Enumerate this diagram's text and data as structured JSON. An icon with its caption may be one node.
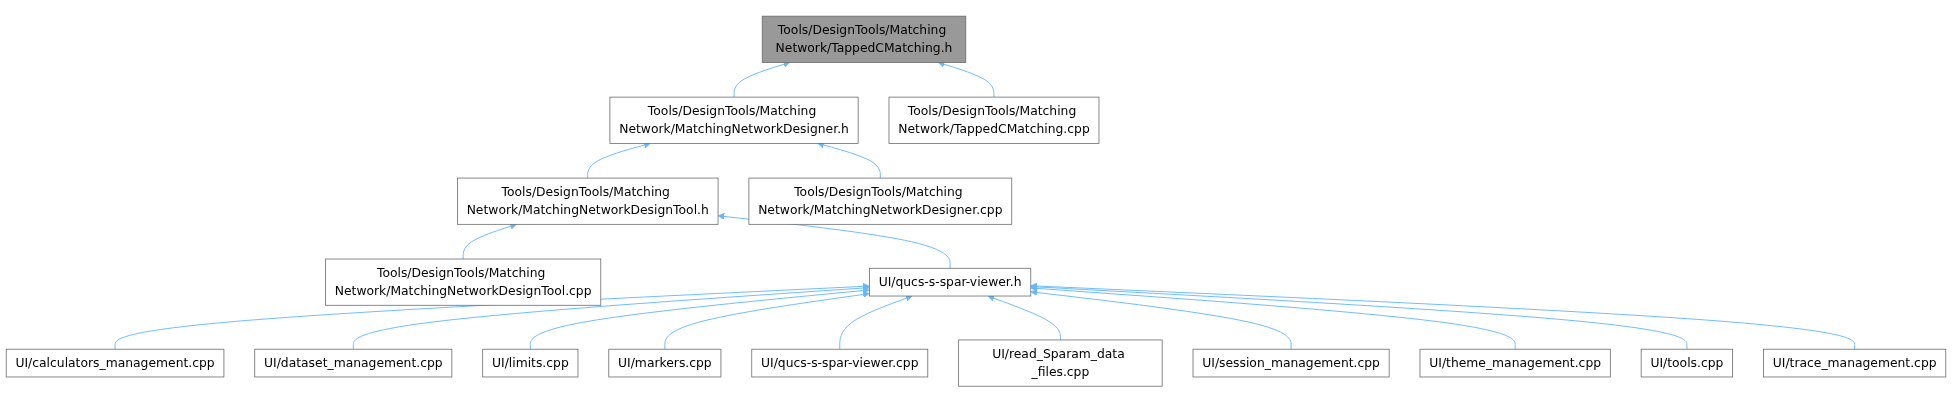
{
  "diagram": {
    "nodes": [
      {
        "text": [
          "Tools/DesignTools/Matching Network/TappedCMatching.h"
        ]
      },
      {
        "text": [
          "Tools/DesignTools/Matching Network/MatchingNetworkDesigner.h"
        ]
      },
      {
        "text": [
          "Tools/DesignTools/Matching Network/TappedCMatching.cpp"
        ]
      },
      {
        "text": [
          "Tools/DesignTools/Matching Network/MatchingNetworkDesignTool.h"
        ]
      },
      {
        "text": [
          "Tools/DesignTools/Matching Network/MatchingNetworkDesigner.cpp"
        ]
      },
      {
        "text": [
          "Tools/DesignTools/Matching Network/MatchingNetworkDesignTool.cpp"
        ]
      },
      {
        "text": [
          "UI/qucs-s-spar-viewer.h"
        ]
      },
      {
        "text": [
          "UI/calculators_management.cpp"
        ]
      },
      {
        "text": [
          "UI/dataset_management.cpp"
        ]
      },
      {
        "text": [
          "UI/limits.cpp"
        ]
      },
      {
        "text": [
          "UI/markers.cpp"
        ]
      },
      {
        "text": [
          "UI/qucs-s-spar-viewer.cpp"
        ]
      },
      {
        "text": [
          "UI/read_Sparam_data _files.cpp"
        ]
      },
      {
        "text": [
          "UI/session_management.cpp"
        ]
      },
      {
        "text": [
          "UI/theme_management.cpp"
        ]
      },
      {
        "text": [
          "UI/tools.cpp"
        ]
      },
      {
        "text": [
          "UI/trace_management.cpp"
        ]
      }
    ],
    "edges": [
      {
        "from": 1,
        "to": 0,
        "arrow": "to"
      },
      {
        "from": 2,
        "to": 0,
        "arrow": "to"
      },
      {
        "from": 3,
        "to": 1,
        "arrow": "to"
      },
      {
        "from": 4,
        "to": 1,
        "arrow": "to"
      },
      {
        "from": 5,
        "to": 3,
        "arrow": "to"
      },
      {
        "from": 6,
        "to": 3,
        "arrow": "to"
      },
      {
        "from": 7,
        "to": 6,
        "arrow": "to"
      },
      {
        "from": 8,
        "to": 6,
        "arrow": "to"
      },
      {
        "from": 9,
        "to": 6,
        "arrow": "to"
      },
      {
        "from": 10,
        "to": 6,
        "arrow": "to"
      },
      {
        "from": 11,
        "to": 6,
        "arrow": "to"
      },
      {
        "from": 12,
        "to": 6,
        "arrow": "to"
      },
      {
        "from": 13,
        "to": 6,
        "arrow": "to"
      },
      {
        "from": 14,
        "to": 6,
        "arrow": "to"
      },
      {
        "from": 15,
        "to": 6,
        "arrow": "to"
      },
      {
        "from": 16,
        "to": 6,
        "arrow": "to"
      }
    ]
  }
}
